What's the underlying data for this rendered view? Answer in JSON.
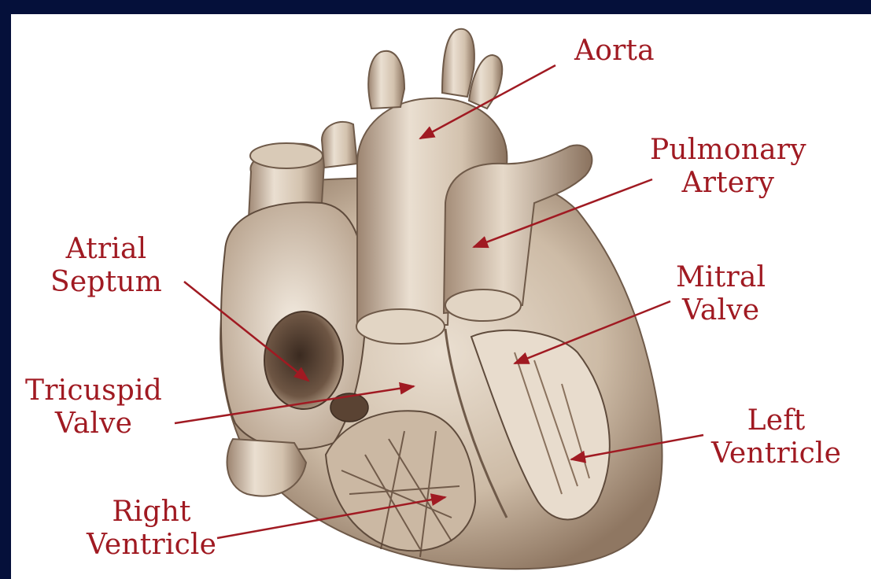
{
  "colors": {
    "frame": "#05103a",
    "panel": "#ffffff",
    "label": "#a01a22",
    "tissue": "#c9b7a3",
    "tissue_dark": "#7a6352",
    "tissue_light": "#e9dccd"
  },
  "diagram": {
    "labels": {
      "aorta": [
        "Aorta"
      ],
      "pulmonary_artery": [
        "Pulmonary",
        "Artery"
      ],
      "atrial_septum": [
        "Atrial",
        "Septum"
      ],
      "mitral_valve": [
        "Mitral",
        "Valve"
      ],
      "tricuspid_valve": [
        "Tricuspid",
        "Valve"
      ],
      "left_ventricle": [
        "Left",
        "Ventricle"
      ],
      "right_ventricle": [
        "Right",
        "Ventricle"
      ]
    }
  }
}
